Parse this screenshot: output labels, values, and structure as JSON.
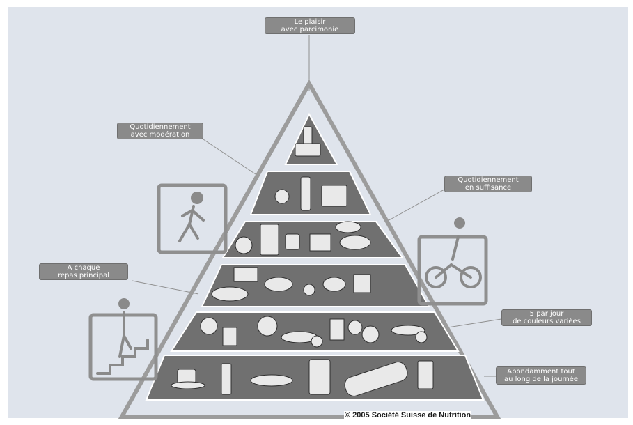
{
  "labels": {
    "top": {
      "line1": "Le plaisir",
      "line2": "avec parcimonie"
    },
    "moderation": {
      "line1": "Quotidiennement",
      "line2": "avec modération"
    },
    "sufficient": {
      "line1": "Quotidiennement",
      "line2": "en suffisance"
    },
    "meal": {
      "line1": "A chaque",
      "line2": "repas principal"
    },
    "five": {
      "line1": "5 par jour",
      "line2": "de couleurs variées"
    },
    "water": {
      "line1": "Abondamment tout",
      "line2": "au long de la journée"
    }
  },
  "copyright": "© 2005 Société Suisse de Nutrition",
  "colors": {
    "background": "#dfe4ec",
    "tier": "#6e6e6e",
    "outline": "#9a9a9a",
    "label": "#8a8a8a"
  }
}
